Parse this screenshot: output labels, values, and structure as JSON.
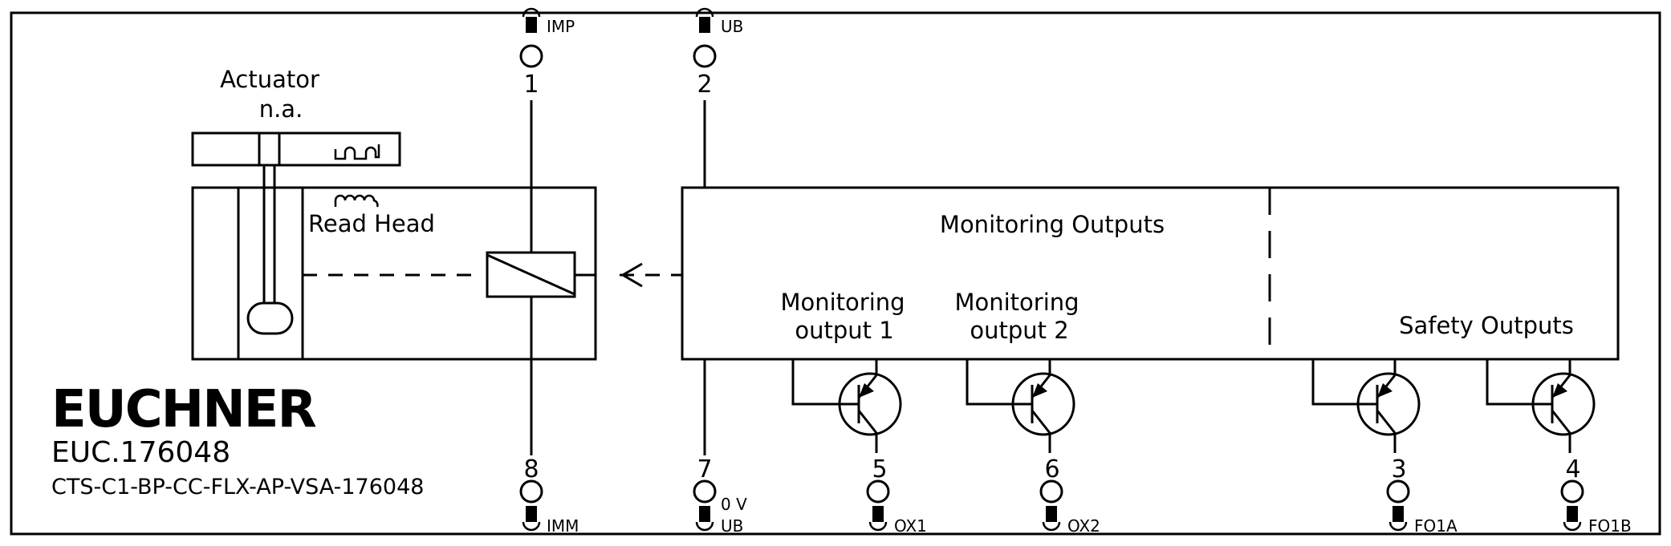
{
  "brand": {
    "logo": "EUCHNER",
    "order_number": "EUC.176048",
    "part_number": "CTS-C1-BP-CC-FLX-AP-VSA-176048"
  },
  "labels": {
    "actuator": "Actuator",
    "actuator_sub": "n.a.",
    "read_head": "Read Head",
    "monitoring_outputs": "Monitoring Outputs",
    "monitoring_output_1_line1": "Monitoring",
    "monitoring_output_1_line2": "output 1",
    "monitoring_output_2_line1": "Monitoring",
    "monitoring_output_2_line2": "output 2",
    "safety_outputs": "Safety Outputs"
  },
  "terminals": {
    "t1": {
      "number": "1",
      "signal": "IMP"
    },
    "t2": {
      "number": "2",
      "signal": "UB"
    },
    "t8": {
      "number": "8",
      "signal": "IMM"
    },
    "t7": {
      "number": "7",
      "signal_top": "0 V",
      "signal": "UB"
    },
    "t5": {
      "number": "5",
      "signal": "OX1"
    },
    "t6": {
      "number": "6",
      "signal": "OX2"
    },
    "t3": {
      "number": "3",
      "signal": "FO1A"
    },
    "t4": {
      "number": "4",
      "signal": "FO1B"
    }
  }
}
